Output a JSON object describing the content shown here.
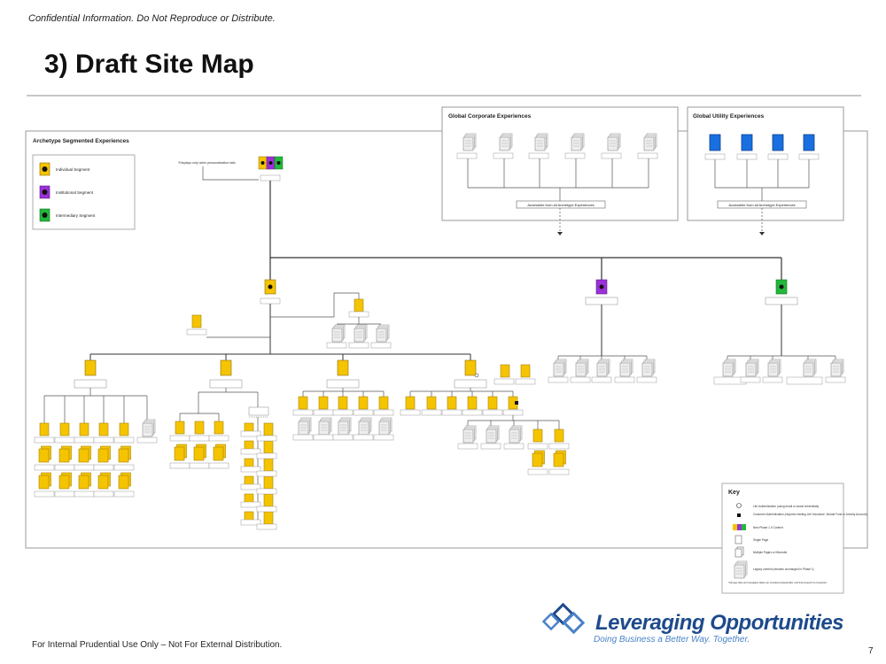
{
  "header": {
    "confidential": "Confidential Information. Do Not Reproduce or Distribute.",
    "title": "3) Draft Site Map"
  },
  "footer": {
    "note": "For Internal Prudential Use Only – Not For External Distribution.",
    "page_number": "7"
  },
  "brand": {
    "name": "Leveraging Opportunities",
    "tagline": "Doing Business a Better Way. Together."
  },
  "panels": {
    "archetype": "Archetype Segmented Experiences",
    "corporate": "Global Corporate Experiences",
    "utility": "Global Utility Experiences"
  },
  "legend": {
    "items": [
      "Individual Segment",
      "Institutional Segment",
      "Intermediary Segment"
    ]
  },
  "annotations": {
    "personalization_note": "*Displays only when personalization fails",
    "corporate_access": "Accessible from all Archetype Experiences",
    "utility_access": "Accessible from all Archetype Experiences"
  },
  "key": {
    "title": "Key",
    "items": [
      "Lite Authentication (using email or social credentials)",
      "Customer Authentication (requires existing Life Insurance, Mutual Fund or Annuity Account)",
      "New Phase 1.0 Content",
      "Single Page",
      "Multiple Pages or Microsite",
      "Legacy content (remains unchanged in Phase 1)"
    ],
    "footnote": "*All page titles and navigation labels are considered placeholder until final research is completed."
  },
  "colors": {
    "individual": "#f5c400",
    "institutional": "#9b30d9",
    "intermediary": "#22b83a",
    "utility": "#1a6fe0",
    "legacy": "#d8d8d8",
    "brand": "#1d4a8c"
  }
}
